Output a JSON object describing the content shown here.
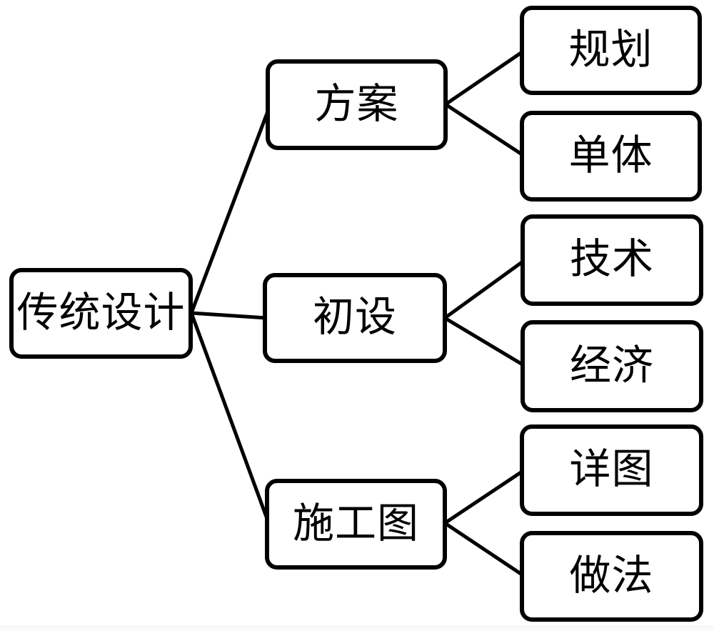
{
  "diagram": {
    "type": "tree",
    "direction": "left-to-right",
    "background_color": "#ffffff",
    "node_fill_color": "#ffffff",
    "node_border_color": "#000000",
    "connector_color": "#000000",
    "text_color": "#000000",
    "root": {
      "label": "传统设计"
    },
    "branches": [
      {
        "label": "方案",
        "children": [
          {
            "label": "规划"
          },
          {
            "label": "单体"
          }
        ]
      },
      {
        "label": "初设",
        "children": [
          {
            "label": "技术"
          },
          {
            "label": "经济"
          }
        ]
      },
      {
        "label": "施工图",
        "children": [
          {
            "label": "详图"
          },
          {
            "label": "做法"
          }
        ]
      }
    ]
  }
}
